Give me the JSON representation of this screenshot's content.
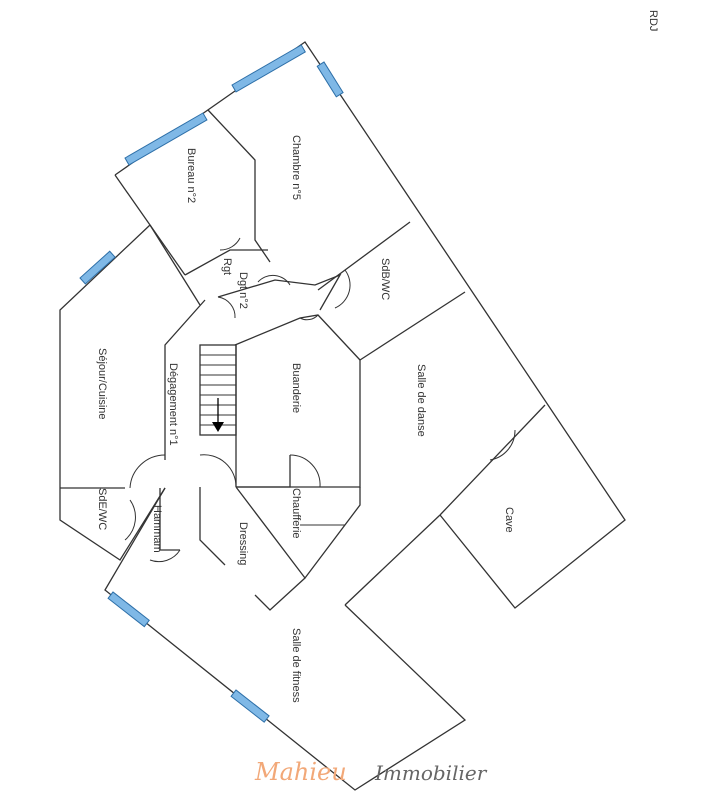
{
  "level": "RDJ",
  "rooms": {
    "bureau": "Bureau n°2",
    "chambre": "Chambre n°5",
    "rgt": "Rgt",
    "dgt2": "Dgt n°2",
    "sdbwc": "SdB/WC",
    "sejour": "Séjour/Cuisine",
    "degagement": "Dégagement n°1",
    "buanderie": "Buanderie",
    "salle_danse": "Salle de danse",
    "cave": "Cave",
    "sdewc": "SdE/WC",
    "hammam": "Hammam",
    "dressing": "Dressing",
    "chaufferie": "Chaufferie",
    "fitness": "Salle de fitness"
  },
  "logo": {
    "part1": "Mahieu",
    "part2": "Immobilier"
  },
  "colors": {
    "window": "#7fb8e6",
    "logo_accent": "#f2a878"
  }
}
